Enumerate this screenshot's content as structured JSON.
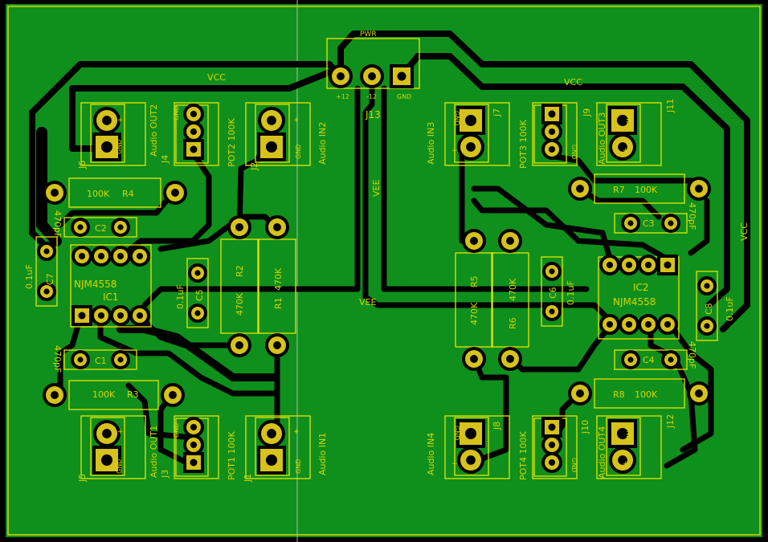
{
  "colors": {
    "background": "#000000",
    "copper_fill": "#0f8f1c",
    "trace": "#000000",
    "silkscreen": "#e6e600",
    "pad_copper": "#d6c21a",
    "edge_cut": "#b8b8b8"
  },
  "nets": {
    "vcc_top_left": "VCC",
    "vcc_top_right": "VCC",
    "vcc_right": "VCC",
    "vee_center": "VEE",
    "vee_middle": "VEE"
  },
  "header": {
    "ref": "J13",
    "label": "PWR",
    "pin1": "+12",
    "pin2": "-12",
    "pin3": "GND"
  },
  "components": {
    "J6": {
      "ref": "J6",
      "value": "Audio OUT2",
      "pin_plus": "+",
      "pin_gnd": "GND"
    },
    "J4": {
      "ref": "J4",
      "value": "POT2 100K",
      "pin_gnd": "GND"
    },
    "J2": {
      "ref": "J2",
      "value": "Audio IN2",
      "pin_plus": "+",
      "pin_gnd": "GND"
    },
    "J7": {
      "ref": "J7",
      "value": "Audio IN3",
      "pin_plus": "+",
      "pin_gnd": "GND"
    },
    "J9": {
      "ref": "J9",
      "value": "POT3 100K",
      "pin_gnd": "GND"
    },
    "J11": {
      "ref": "J11",
      "value": "Audio OUT3",
      "pin_plus": "+",
      "pin_gnd": "GND"
    },
    "R4": {
      "ref": "R4",
      "value": "100K"
    },
    "R7": {
      "ref": "R7",
      "value": "100K"
    },
    "C2": {
      "ref": "C2",
      "value": "470pF"
    },
    "C3": {
      "ref": "C3",
      "value": "470pF"
    },
    "C7": {
      "ref": "C7",
      "value": "0.1uF"
    },
    "C5": {
      "ref": "C5",
      "value": "0.1uF"
    },
    "C6": {
      "ref": "C6",
      "value": "0.1uF"
    },
    "C8": {
      "ref": "C8",
      "value": "0.1uF"
    },
    "IC1": {
      "ref": "IC1",
      "value": "NJM4558"
    },
    "IC2": {
      "ref": "IC2",
      "value": "NJM4558"
    },
    "R2": {
      "ref": "R2",
      "value": "470K"
    },
    "R1": {
      "ref": "R1",
      "value": "470K"
    },
    "R5": {
      "ref": "R5",
      "value": "470K"
    },
    "R6": {
      "ref": "R6",
      "value": "470K"
    },
    "C1": {
      "ref": "C1",
      "value": "470pF"
    },
    "C4": {
      "ref": "C4",
      "value": "470pF"
    },
    "R3": {
      "ref": "R3",
      "value": "100K"
    },
    "R8": {
      "ref": "R8",
      "value": "100K"
    },
    "J5": {
      "ref": "J5",
      "value": "Audio OUT1",
      "pin_plus": "+",
      "pin_gnd": "GND"
    },
    "J3": {
      "ref": "J3",
      "value": "POT1 100K",
      "pin_gnd": "GND"
    },
    "J1": {
      "ref": "J1",
      "value": "Audio IN1",
      "pin_plus": "+",
      "pin_gnd": "GND"
    },
    "J8": {
      "ref": "J8",
      "value": "Audio IN4",
      "pin_plus": "+",
      "pin_gnd": "GND"
    },
    "J10": {
      "ref": "J10",
      "value": "POT4 100K",
      "pin_gnd": "GND"
    },
    "J12": {
      "ref": "J12",
      "value": "Audio OUT4",
      "pin_plus": "+",
      "pin_gnd": "GND"
    }
  }
}
